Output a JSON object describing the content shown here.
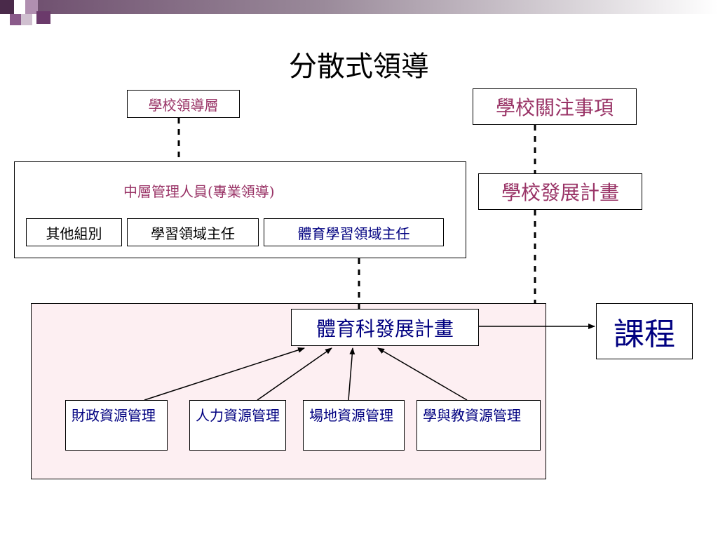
{
  "title": "分散式領導",
  "colors": {
    "purple": "#993366",
    "navy": "#000080",
    "pink_panel": "#fdeff2",
    "banner": "#6b4a6b"
  },
  "nodes": {
    "school_leadership": "學校領導層",
    "school_concerns": "學校關注事項",
    "middle_managers": "中層管理人員(專業領導)",
    "other_groups": "其他組別",
    "kla_heads": "學習領域主任",
    "pe_kla_head": "體育學習領域主任",
    "school_dev_plan": "學校發展計畫",
    "pe_dev_plan": "體育科發展計畫",
    "curriculum": "課程",
    "finance": "財政資源管理",
    "human": "人力資源管理",
    "venue": "場地資源管理",
    "teaching": "學與教資源管理"
  }
}
